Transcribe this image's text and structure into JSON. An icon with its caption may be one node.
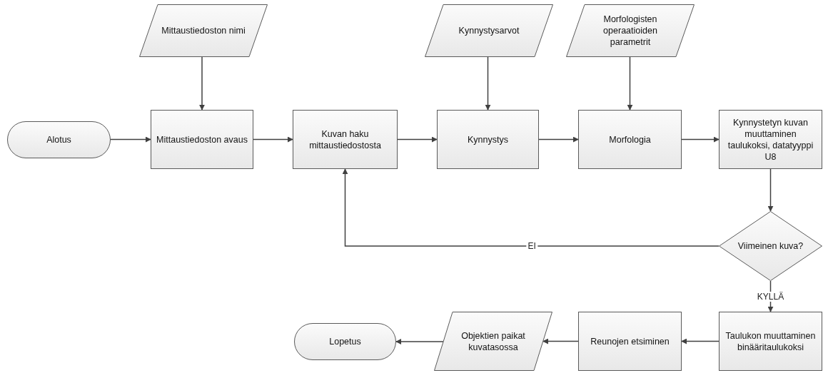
{
  "diagram": {
    "nodes": [
      {
        "text": [
          "Alotus"
        ]
      },
      {
        "text": [
          "Mittaustiedoston nimi"
        ]
      },
      {
        "text": [
          "Mittaustiedoston avaus"
        ]
      },
      {
        "text": [
          "Kuvan haku mittaustiedostosta"
        ]
      },
      {
        "text": [
          "Kynnystysarvot"
        ]
      },
      {
        "text": [
          "Kynnystys"
        ]
      },
      {
        "text": [
          "Morfologisten operaatioiden parametrit"
        ]
      },
      {
        "text": [
          "Morfologia"
        ]
      },
      {
        "text": [
          "Kynnystetyn kuvan muuttaminen taulukoksi, datatyyppi U8"
        ]
      },
      {
        "text": [
          "Viimeinen kuva?"
        ]
      },
      {
        "text": [
          "Taulukon muuttaminen binääritaulukoksi"
        ]
      },
      {
        "text": [
          "Reunojen etsiminen"
        ]
      },
      {
        "text": [
          "Objektien paikat kuvatasossa"
        ]
      },
      {
        "text": [
          "Lopetus"
        ]
      }
    ],
    "edges": [
      {
        "from": 0,
        "to": 2,
        "arrow": "to"
      },
      {
        "from": 1,
        "to": 2,
        "arrow": "to"
      },
      {
        "from": 2,
        "to": 3,
        "arrow": "to"
      },
      {
        "from": 4,
        "to": 5,
        "arrow": "to"
      },
      {
        "from": 3,
        "to": 5,
        "arrow": "to"
      },
      {
        "from": 6,
        "to": 7,
        "arrow": "to"
      },
      {
        "from": 5,
        "to": 7,
        "arrow": "to"
      },
      {
        "from": 7,
        "to": 8,
        "arrow": "to"
      },
      {
        "from": 8,
        "to": 9,
        "arrow": "to"
      },
      {
        "from": 9,
        "to": 3,
        "arrow": "to",
        "label": "EI"
      },
      {
        "from": 9,
        "to": 10,
        "arrow": "to",
        "label": "KYLLÄ"
      },
      {
        "from": 10,
        "to": 11,
        "arrow": "to"
      },
      {
        "from": 11,
        "to": 12,
        "arrow": "to"
      },
      {
        "from": 12,
        "to": 13,
        "arrow": "to"
      }
    ]
  }
}
